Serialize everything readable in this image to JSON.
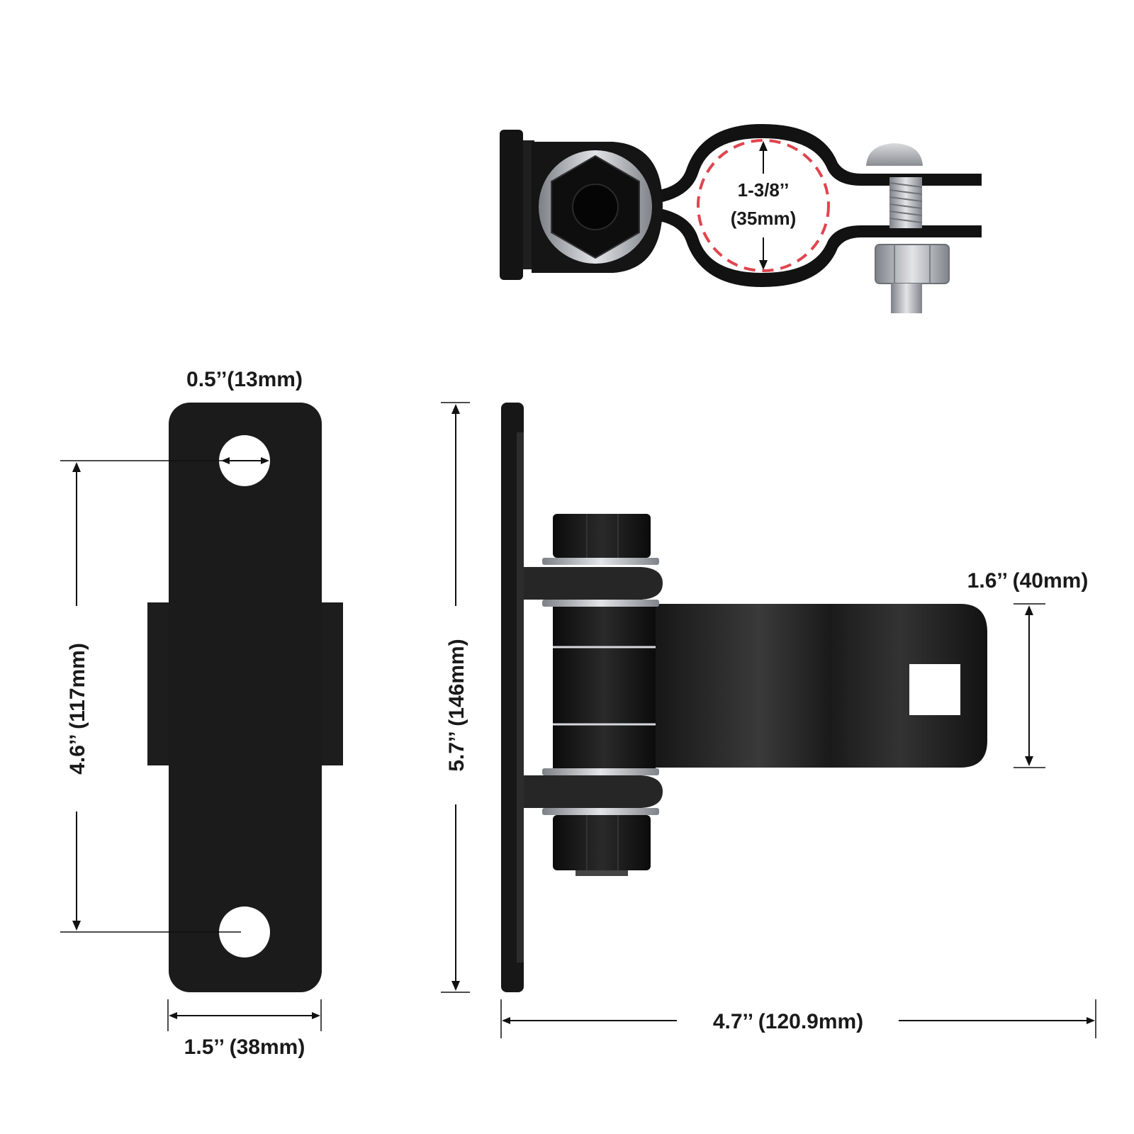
{
  "colors": {
    "metal_black": "#1c1c1c",
    "metal_dark": "#0d0d0d",
    "metal_highlight": "#4a4a4a",
    "steel": "#b9bcc0",
    "pipe_circle": "#e0454f",
    "background": "#ffffff"
  },
  "top_view": {
    "pipe_diameter_label": "1-3/8’’",
    "pipe_diameter_metric": "(35mm)"
  },
  "front_plate": {
    "hole_width_label": "0.5’’(13mm)",
    "hole_spacing_label": "4.6’’ (117mm)",
    "plate_width_label": "1.5’’ (38mm)"
  },
  "side_view": {
    "height_label": "5.7’’ (146mm)",
    "arm_width_label": "1.6’’ (40mm)",
    "length_label": "4.7’’ (120.9mm)"
  }
}
